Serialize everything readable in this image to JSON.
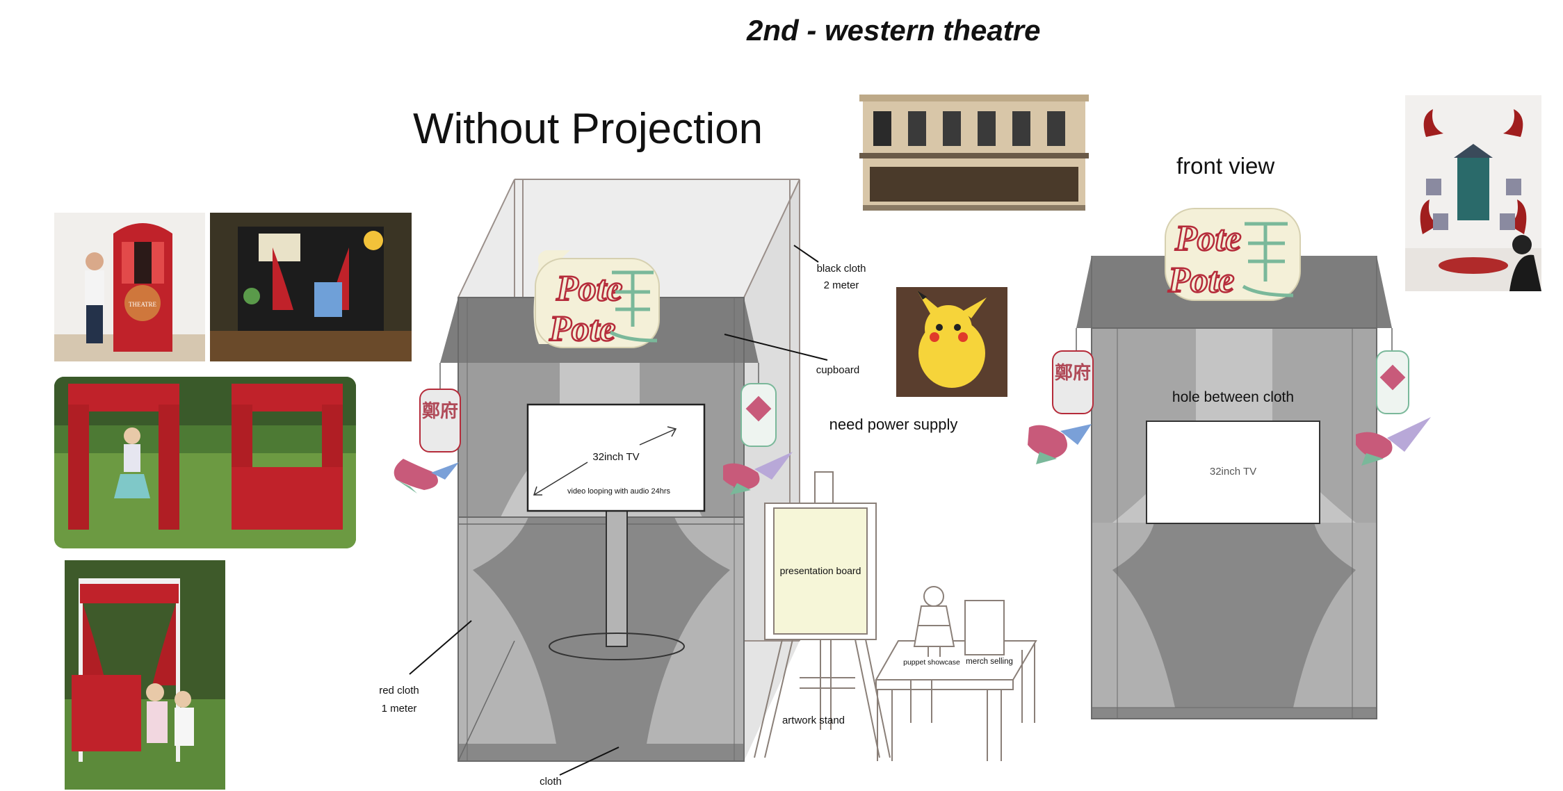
{
  "page_title": "2nd - western theatre",
  "section_title": "Without Projection",
  "front_view_title": "front view",
  "sign_text": {
    "line1": "Pote",
    "line2": "Pote"
  },
  "lantern_glyphs": {
    "left": "鄭府"
  },
  "labels": {
    "black_cloth_1": "black cloth",
    "black_cloth_2": "2 meter",
    "cupboard": "cupboard",
    "need_power": "need power supply",
    "tv_main": "32inch TV",
    "video_loop": "video looping with audio 24hrs",
    "presentation_board": "presentation board",
    "puppet_showcase": "puppet showcase",
    "merch_selling": "merch selling",
    "artwork_stand": "artwork stand",
    "red_cloth_1": "red cloth",
    "red_cloth_2": "1 meter",
    "cloth": "cloth",
    "hole_between_cloth": "hole between cloth",
    "tv_front": "32inch TV"
  },
  "reference_photo_1_title": "THEATRE",
  "colors": {
    "frame": "#9a8f8a",
    "curtain_dark": "#7a7a7a",
    "curtain_mid": "#a8a8a8",
    "curtain_light": "#d6d6d6",
    "board": "#f6f6d8",
    "sign_bg": "#f4f0d8",
    "sign_red": "#b52b3a",
    "sign_green": "#7ab89a",
    "red_theatre": "#c0222a",
    "grass": "#5c8a3a"
  }
}
